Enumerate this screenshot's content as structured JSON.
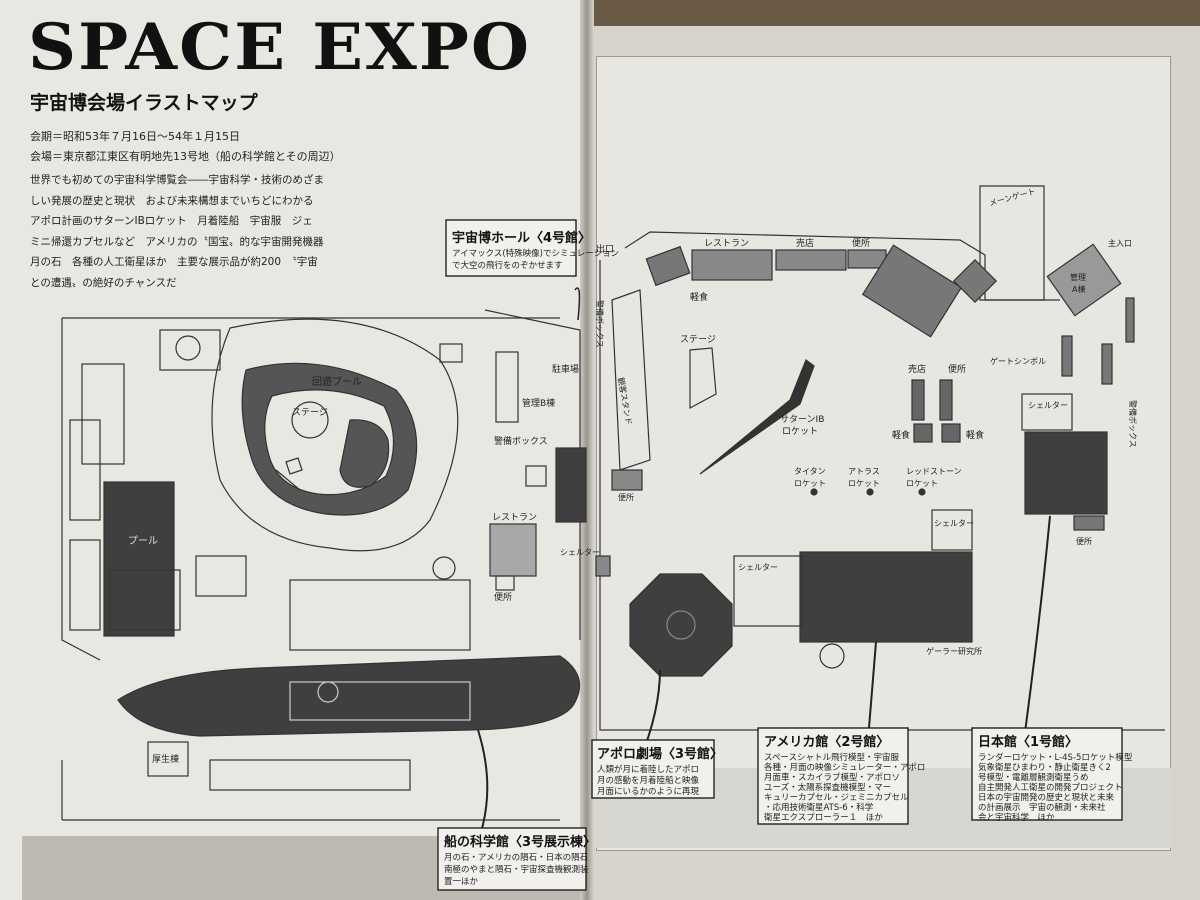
{
  "header": {
    "title": "SPACE EXPO",
    "subtitle": "宇宙博会場イラストマップ",
    "period": "会期＝昭和53年７月16日～54年１月15日",
    "venue": "会場＝東京都江東区有明地先13号地（船の科学館とその周辺）",
    "description_lines": [
      "世界でも初めての宇宙科学博覧会――宇宙科学・技術のめざま",
      "しい発展の歴史と現状　および未来構想までいちどにわかる",
      "アポロ計画のサターンⅠBロケット　月着陸船　宇宙服　ジェ",
      "ミニ帰還カプセルなど　アメリカの〝国宝〟的な宇宙開発機器",
      "月の石　各種の人工衛星ほか　主要な展示品が約200　〝宇宙",
      "との遭遇〟の絶好のチャンスだ"
    ]
  },
  "map_left": {
    "labels": {
      "pool": "回遊プール",
      "stage": "ステージ",
      "pool_building": "プール",
      "parking": "駐車場",
      "admin_b": "管理B棟",
      "guard_box": "警備ボックス",
      "restaurant": "レストラン",
      "toilet": "便所",
      "shelter": "シェルター",
      "welfare": "厚生棟"
    }
  },
  "map_right": {
    "labels": {
      "exit": "出口",
      "restaurant": "レストラン",
      "shop": "売店",
      "toilet": "便所",
      "light_meal": "軽食",
      "stage": "ステージ",
      "stand": "観客スタンド",
      "saturn": "サターンⅠB",
      "rocket": "ロケット",
      "titan": "タイタン",
      "atlas": "アトラス",
      "redstone": "レッドストーン",
      "shelter": "シェルター",
      "main_gate": "メーンゲート",
      "gate_symbol": "ゲートシンボル",
      "kanri": "管理",
      "kanri_a": "A棟",
      "main_entrance": "主入口",
      "guard_box": "警備ボックス",
      "guard_box_r": "警備ボックス",
      "gallery": "ゲーラー研究所"
    }
  },
  "callouts": {
    "hall": {
      "title": "宇宙博ホール〈4号館〉",
      "body": [
        "アイマックス(特殊映像)でシミュレーション",
        "で大空の飛行をのぞかせます"
      ]
    },
    "ship": {
      "title": "船の科学館〈3号展示棟〉",
      "body": [
        "月の石・アメリカの隕石・日本の隕石",
        "南極のやまと隕石・宇宙探査機観測装",
        "置一ほか"
      ]
    },
    "apollo": {
      "title": "アポロ劇場〈3号館〉",
      "body": [
        "人類が月に着陸したアポロ",
        "月の感動を月着陸船と映像",
        "月面にいるかのように再現"
      ]
    },
    "america": {
      "title": "アメリカ館〈2号館〉",
      "body": [
        "スペースシャトル飛行模型・宇宙服",
        "各種・月面の映像シミュレーター・アポロ",
        "月面車・スカイラブ模型・アポロソ",
        "ユーズ・太陽系探査機模型・マー",
        "キュリーカプセル・ジェミニカプセル",
        "・応用技術衛星ATS-6・科学",
        "衛星エクスプローラー１　ほか"
      ]
    },
    "japan": {
      "title": "日本館〈1号館〉",
      "body": [
        "ランダーロケット・L-4S-5ロケット模型",
        "気象衛星ひまわり・静止衛星きく2",
        "号模型・電離層観測衛星うめ",
        "自主開発人工衛星の開発プロジェクト",
        "日本の宇宙開発の歴史と現状と未来",
        "の計画展示　宇宙の観測・未来社",
        "会と宇宙科学　ほか"
      ]
    }
  },
  "colors": {
    "page": "#e9e7e1",
    "building_dark": "#3f3f3f",
    "building_mid": "#6a6a6a",
    "building_light": "#a8a8a8",
    "band": "#bdbab2"
  }
}
